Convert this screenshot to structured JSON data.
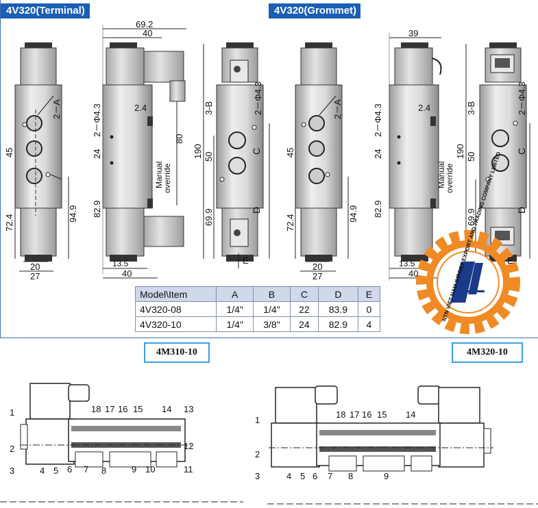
{
  "headers": {
    "terminal": "4V320(Terminal)",
    "grommet": "4V320(Grommet)"
  },
  "terminal_dims": {
    "d69": "69.2",
    "d40top": "40",
    "d2_4": "2.4",
    "d24": "24",
    "d80": "80",
    "d82_9": "82.9",
    "d13_5": "13.5",
    "d40bot": "40",
    "d45": "45",
    "d72_4": "72.4",
    "d94_9": "94.9",
    "d20": "20",
    "d27": "27",
    "d190": "190",
    "d50": "50",
    "d69_9": "69.9",
    "hole_a": "2－A",
    "hole_phi": "2－Φ4.3",
    "hole_b": "3-B",
    "c": "C",
    "d": "D",
    "e": "E",
    "manual": "Manual",
    "override": "override"
  },
  "grommet_dims": {
    "d39": "39",
    "d2_4": "2.4",
    "d24": "24",
    "d82_9": "82.9",
    "d13_5": "13.5",
    "d40": "40",
    "d45": "45",
    "d72_4": "72.4",
    "d94_9": "94.9",
    "d20": "20",
    "d27": "27",
    "d190": "190",
    "d50": "50",
    "d69_9": "69.9",
    "hole_a": "2－A",
    "hole_phi": "2－Φ4.3",
    "hole_b": "3-B",
    "c": "C",
    "d": "D",
    "e": "E",
    "manual": "Manual",
    "override": "override"
  },
  "table": {
    "headers": [
      "Model\\Item",
      "A",
      "B",
      "C",
      "D",
      "E"
    ],
    "rows": [
      [
        "4V320-08",
        "1/4\"",
        "1/4\"",
        "22",
        "83.9",
        "0"
      ],
      [
        "4V320-10",
        "1/4\"",
        "3/8\"",
        "24",
        "82.9",
        "4"
      ]
    ]
  },
  "watermark": "NTN VIET NAM IMPORT EXPORT AND TRADING COMPANY LIMITED",
  "models": {
    "left": "4M310-10",
    "right": "4M320-10"
  },
  "left_parts": [
    "1",
    "2",
    "3",
    "4",
    "5",
    "6",
    "7",
    "8",
    "9",
    "10",
    "11",
    "12",
    "13",
    "14",
    "15",
    "16",
    "17",
    "18"
  ],
  "right_parts": [
    "1",
    "2",
    "3",
    "4",
    "5",
    "6",
    "7",
    "8",
    "9",
    "14",
    "15",
    "16",
    "17",
    "18"
  ],
  "colors": {
    "header_blue": "#1a5fb4",
    "gear_orange": "#f08a24",
    "frame_blue": "#3a9de0"
  }
}
